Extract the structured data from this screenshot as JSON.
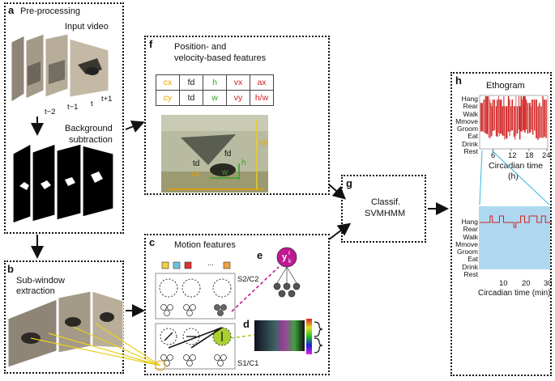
{
  "colors": {
    "orange": "#e8a000",
    "green": "#3aa02a",
    "red": "#d02020",
    "magenta": "#c01890",
    "lime": "#a8d030",
    "sky": "#aed8f0",
    "cyan_line": "#30b8e0",
    "yellow_line": "#e8d020"
  },
  "panel_a": {
    "letter": "a",
    "title": "Pre-processing",
    "input_label": "Input video",
    "frame_labels": [
      "t−2",
      "t−1",
      "t",
      "t+1"
    ],
    "bg_label_1": "Background",
    "bg_label_2": "subtraction"
  },
  "panel_b": {
    "letter": "b",
    "title_1": "Sub-window",
    "title_2": "extraction"
  },
  "panel_c": {
    "letter": "c",
    "title": "Motion features",
    "ellipsis": "...",
    "layer_top": "S2/C2",
    "layer_bottom": "S1/C1"
  },
  "panel_d": {
    "letter": "d"
  },
  "panel_e": {
    "letter": "e",
    "node": "y",
    "node_sup": "t",
    "node_sub": "k"
  },
  "panel_f": {
    "letter": "f",
    "title_1": "Position- and",
    "title_2": "velocity-based features",
    "table": [
      [
        {
          "t": "cx",
          "c": "orange"
        },
        {
          "t": "fd",
          "c": "black"
        },
        {
          "t": "h",
          "c": "green"
        },
        {
          "t": "vx",
          "c": "red"
        },
        {
          "t": "ax",
          "c": "red"
        }
      ],
      [
        {
          "t": "cy",
          "c": "orange"
        },
        {
          "t": "td",
          "c": "black"
        },
        {
          "t": "w",
          "c": "green"
        },
        {
          "t": "vy",
          "c": "red"
        },
        {
          "t": "h/w",
          "c": "red"
        }
      ]
    ],
    "photo_labels": {
      "cy": "cy",
      "fd": "fd",
      "td": "td",
      "h": "h",
      "w": "w",
      "cx": "cx"
    }
  },
  "panel_g": {
    "letter": "g",
    "line1": "Classif.",
    "line2": "SVMHMM"
  },
  "panel_h": {
    "letter": "h",
    "title": "Ethogram",
    "behaviors": [
      "Hang",
      "Rear",
      "Walk",
      "Mmove",
      "Groom",
      "Eat",
      "Drink",
      "Rest"
    ],
    "top_ticks": [
      "6",
      "12",
      "18",
      "24"
    ],
    "top_xlabel_1": "Circadian time",
    "top_xlabel_2": "(h)",
    "bottom_ticks": [
      "10",
      "20",
      "30"
    ],
    "bottom_xlabel": "Circadian time (min)"
  }
}
